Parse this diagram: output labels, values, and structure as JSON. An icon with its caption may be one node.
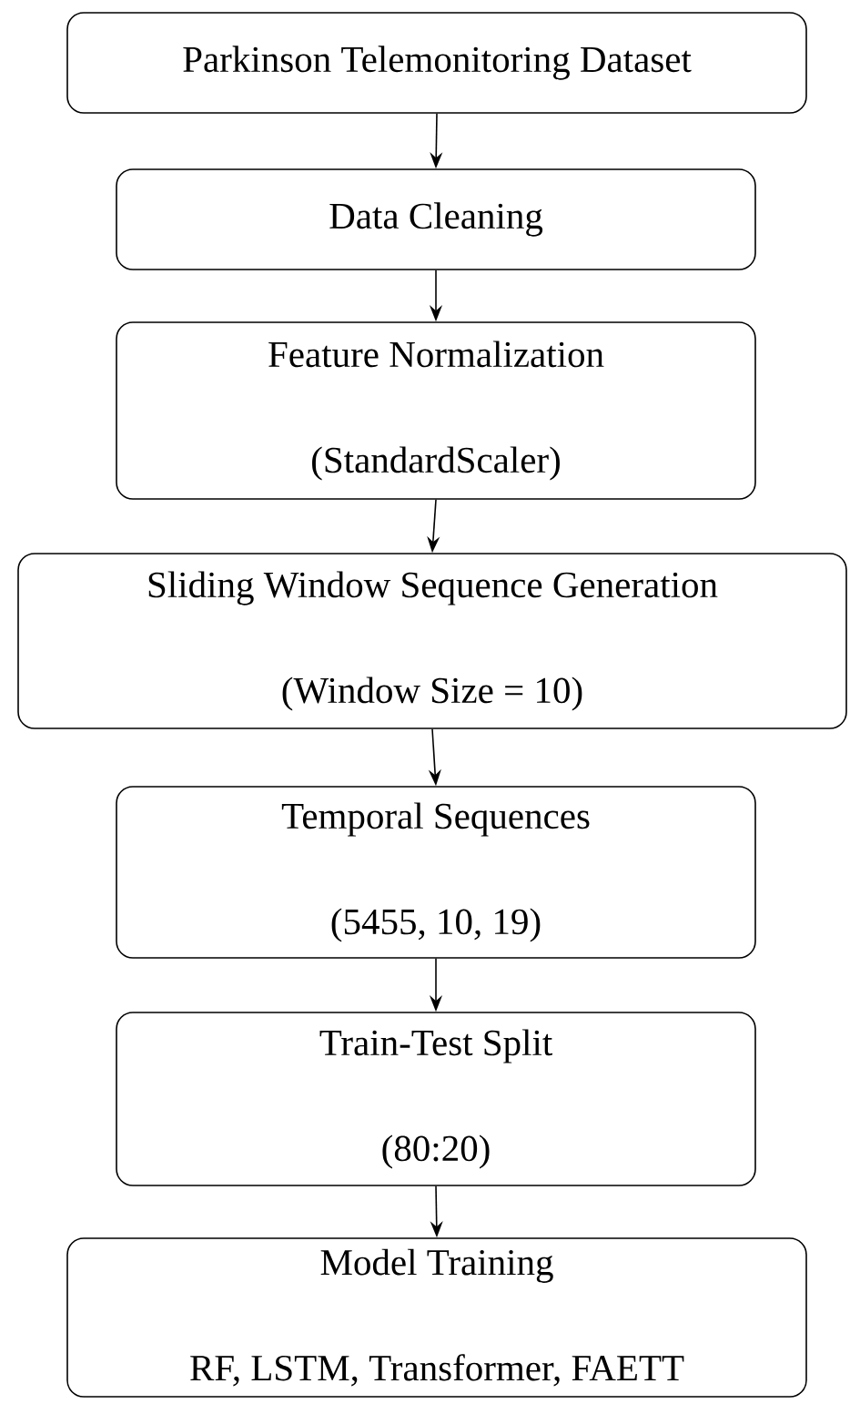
{
  "diagram": {
    "nodes": [
      {
        "text": [
          "Parkinson Telemonitoring Dataset"
        ]
      },
      {
        "text": [
          "Data Cleaning"
        ]
      },
      {
        "text": [
          "Feature Normalization",
          "(StandardScaler)"
        ]
      },
      {
        "text": [
          "Sliding Window Sequence Generation",
          "(Window Size = 10)"
        ]
      },
      {
        "text": [
          "Temporal Sequences",
          "(5455, 10, 19)"
        ]
      },
      {
        "text": [
          "Train-Test Split",
          "(80:20)"
        ]
      },
      {
        "text": [
          "Model Training",
          "RF, LSTM, Transformer, FAETT"
        ]
      }
    ],
    "edges": [
      {
        "from": 0,
        "to": 1,
        "arrow": "to"
      },
      {
        "from": 1,
        "to": 2,
        "arrow": "to"
      },
      {
        "from": 2,
        "to": 3,
        "arrow": "to"
      },
      {
        "from": 3,
        "to": 4,
        "arrow": "to"
      },
      {
        "from": 4,
        "to": 5,
        "arrow": "to"
      },
      {
        "from": 5,
        "to": 6,
        "arrow": "to"
      }
    ]
  }
}
